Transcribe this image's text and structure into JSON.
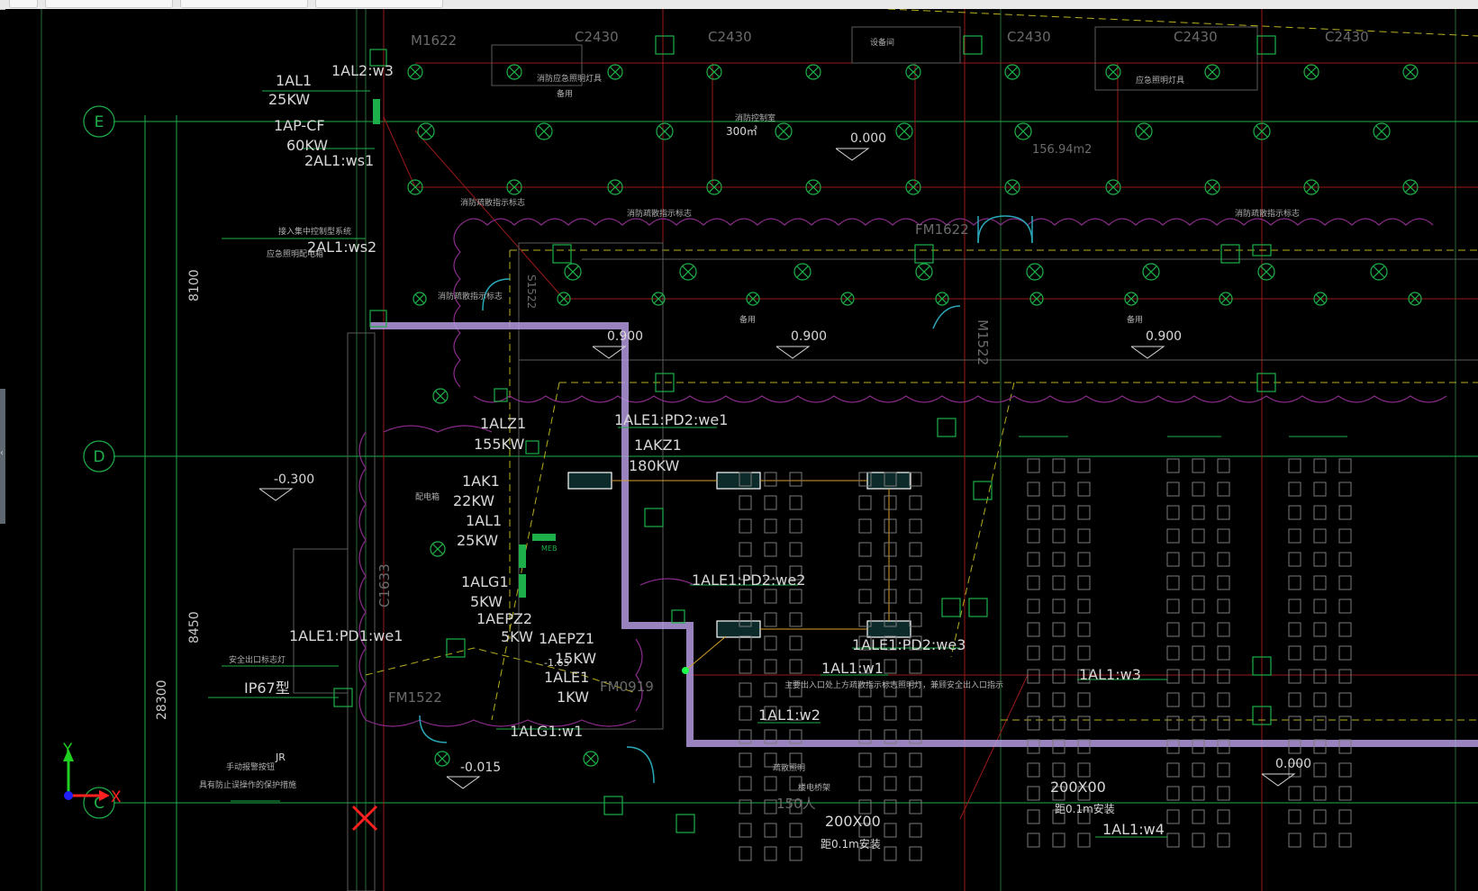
{
  "window": {
    "tabs": [
      "",
      "",
      "",
      ""
    ]
  },
  "drawing": {
    "axes": {
      "E": "E",
      "D": "D",
      "C": "C",
      "dim_8100": "8100",
      "dim_8450": "8450",
      "dim_28300": "28300"
    },
    "rooms": {
      "c2430": "C2430",
      "m1622": "M1622",
      "fm1622": "FM1622",
      "fm1522": "FM1522",
      "c1633": "C1633",
      "fm0919": "FM0919",
      "m1522": "M1522",
      "area": "156.94m2",
      "people": "150人",
      "vert_1": "S1522",
      "vert_2": "M1522"
    },
    "loads": {
      "l1": "1AL1",
      "l1_kw": "25KW",
      "l2": "1AL2:w3",
      "l3": "1AP-CF",
      "l3_kw": "60KW",
      "l4": "2AL1:ws1",
      "l5": "2AL1:ws2",
      "l6": "1ALZ1",
      "l6_kw": "155KW",
      "l7": "1ALE1:PD2:we1",
      "l8": "1AKZ1",
      "l8_kw": "180KW",
      "l9": "1AK1",
      "l9_kw": "22KW",
      "l10": "1AL1",
      "l10_kw": "25KW",
      "l11": "1ALG1",
      "l11_kw": "5KW",
      "l12": "1AEPZ2",
      "l12_kw": "5KW",
      "l13": "1AEPZ1",
      "l13_kw": "15KW",
      "l14": "1ALE1",
      "l14_kw": "1KW",
      "l15": "1ALE1:PD2:we2",
      "l16": "1ALE1:PD1:we1",
      "l17": "1ALE1:PD2:we3",
      "l18": "1AL1:w1",
      "l19": "1AL1:w2",
      "l20": "1AL1:w3",
      "l21": "1AL1:w4",
      "l22": "1ALG1:w1",
      "ip": "IP67型",
      "jr": "JR",
      "tray1": "200X00",
      "tray2": "200X00",
      "tray_h1": "距0.1m安装",
      "tray_h2": "距0.1m安装"
    },
    "elevations": {
      "e300": "300㎡",
      "e000": "0.000",
      "e900a": "0.900",
      "e900b": "0.900",
      "e900c": "0.900",
      "em300": "-0.300",
      "em015": "-0.015",
      "e000b": "0.000",
      "em165": "-1.65"
    },
    "notes": {
      "n1": "消防应急照明灯具",
      "n2": "备用",
      "n3": "应急照明灯具",
      "n4": "设备间",
      "n5": "消防疏散指示标志",
      "n6": "手动报警按钮",
      "n7": "具有防止误操作的保护措施",
      "n8": "主要出入口处上方疏散指示标志照明灯，兼顾安全出入口指示",
      "n9": "接入集中控制型系统",
      "n10": "应急照明配电箱",
      "n11": "配电箱",
      "n12": "楼电桥架",
      "n13": "疏散照明",
      "n14": "安全出口标志灯",
      "n15": "MEB",
      "n16": "消防控制室"
    },
    "ucs": {
      "x": "X",
      "y": "Y"
    }
  },
  "colors": {
    "background": "#000000",
    "grid": "#00a03c",
    "line_green": "#1db04a",
    "line_red": "#9b1a1a",
    "line_yellow": "#b8b020",
    "cloud_magenta": "#8a2b8a",
    "highlight_path": "#b49ae0",
    "cyan": "#2aa8b8",
    "gray": "#6a6a6a",
    "text_white": "#d8d8d8",
    "ucs_x": "#ff2020",
    "ucs_y": "#20d020"
  }
}
